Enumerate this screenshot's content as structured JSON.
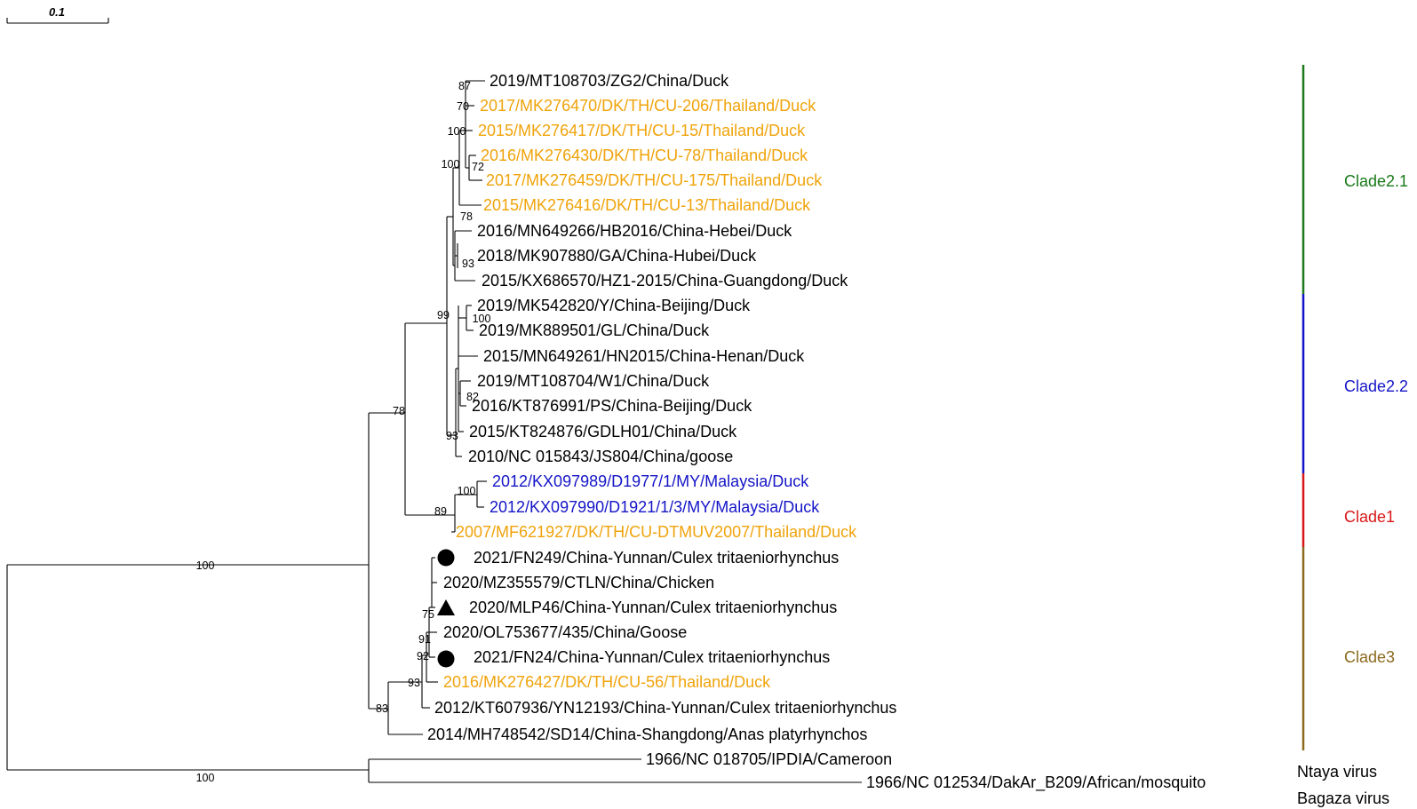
{
  "scale_bar": {
    "label": "0.1"
  },
  "colors": {
    "thailand": "#F0A30A",
    "malaysia": "#1515C8",
    "default": "#000000",
    "clade2_1": "#1A7A1A",
    "clade2_2": "#1515C8",
    "clade1": "#D81818",
    "clade3": "#8B6A1E"
  },
  "taxa": [
    {
      "label": "2019/MT108703/ZG2/China/Duck",
      "color": "default"
    },
    {
      "label": "2017/MK276470/DK/TH/CU-206/Thailand/Duck",
      "color": "thailand"
    },
    {
      "label": "2015/MK276417/DK/TH/CU-15/Thailand/Duck",
      "color": "thailand"
    },
    {
      "label": "2016/MK276430/DK/TH/CU-78/Thailand/Duck",
      "color": "thailand"
    },
    {
      "label": "2017/MK276459/DK/TH/CU-175/Thailand/Duck",
      "color": "thailand"
    },
    {
      "label": "2015/MK276416/DK/TH/CU-13/Thailand/Duck",
      "color": "thailand"
    },
    {
      "label": "2016/MN649266/HB2016/China-Hebei/Duck",
      "color": "default"
    },
    {
      "label": "2018/MK907880/GA/China-Hubei/Duck",
      "color": "default"
    },
    {
      "label": "2015/KX686570/HZ1-2015/China-Guangdong/Duck",
      "color": "default"
    },
    {
      "label": "2019/MK542820/Y/China-Beijing/Duck",
      "color": "default"
    },
    {
      "label": "2019/MK889501/GL/China/Duck",
      "color": "default"
    },
    {
      "label": "2015/MN649261/HN2015/China-Henan/Duck",
      "color": "default"
    },
    {
      "label": "2019/MT108704/W1/China/Duck",
      "color": "default"
    },
    {
      "label": "2016/KT876991/PS/China-Beijing/Duck",
      "color": "default"
    },
    {
      "label": "2015/KT824876/GDLH01/China/Duck",
      "color": "default"
    },
    {
      "label": "2010/NC 015843/JS804/China/goose",
      "color": "default"
    },
    {
      "label": "2012/KX097989/D1977/1/MY/Malaysia/Duck",
      "color": "malaysia"
    },
    {
      "label": "2012/KX097990/D1921/1/3/MY/Malaysia/Duck",
      "color": "malaysia"
    },
    {
      "label": "2007/MF621927/DK/TH/CU-DTMUV2007/Thailand/Duck",
      "color": "thailand"
    },
    {
      "label": "2021/FN249/China-Yunnan/Culex tritaeniorhynchus",
      "color": "default",
      "marker": "circle"
    },
    {
      "label": "2020/MZ355579/CTLN/China/Chicken",
      "color": "default"
    },
    {
      "label": "2020/MLP46/China-Yunnan/Culex tritaeniorhynchus",
      "color": "default",
      "marker": "triangle"
    },
    {
      "label": "2020/OL753677/435/China/Goose",
      "color": "default"
    },
    {
      "label": "2021/FN24/China-Yunnan/Culex tritaeniorhynchus",
      "color": "default",
      "marker": "circle"
    },
    {
      "label": "2016/MK276427/DK/TH/CU-56/Thailand/Duck",
      "color": "thailand"
    },
    {
      "label": "2012/KT607936/YN12193/China-Yunnan/Culex tritaeniorhynchus",
      "color": "default"
    },
    {
      "label": "2014/MH748542/SD14/China-Shangdong/Anas platyrhynchos",
      "color": "default"
    },
    {
      "label": "1966/NC 018705/IPDIA/Cameroon",
      "color": "default"
    },
    {
      "label": "1966/NC 012534/DakAr_B209/African/mosquito",
      "color": "default"
    }
  ],
  "bootstraps": [
    "87",
    "70",
    "100",
    "72",
    "100",
    "78",
    "93",
    "100",
    "82",
    "93",
    "99",
    "100",
    "89",
    "78",
    "75",
    "91",
    "92",
    "93",
    "83",
    "100",
    "100"
  ],
  "clades": [
    {
      "label": "Clade2.1",
      "color": "clade2_1"
    },
    {
      "label": "Clade2.2",
      "color": "clade2_2"
    },
    {
      "label": "Clade1",
      "color": "clade1"
    },
    {
      "label": "Clade3",
      "color": "clade3"
    }
  ],
  "outgroups": [
    {
      "label": "Ntaya virus"
    },
    {
      "label": "Bagaza virus"
    }
  ]
}
